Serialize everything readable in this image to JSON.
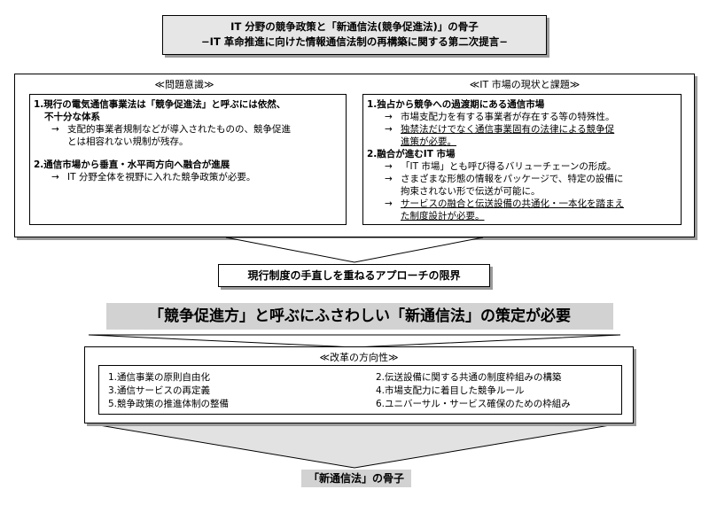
{
  "title": {
    "line1": "IT 分野の競争政策と「新通信法(競争促進法)」の骨子",
    "line2": "−IT 革命推進に向けた情報通信法制の再構築に関する第二次提言−"
  },
  "issues": {
    "label": "≪問題意識≫",
    "items": [
      {
        "heading_a": "1.現行の電気通信事業法は「競争促進法」と呼ぶには依然、",
        "heading_b": "不十分な体系",
        "sub_a": "支配的事業者規制などが導入されたものの、競争促進",
        "sub_b": "とは相容れない規制が残存。"
      },
      {
        "heading_a": "2.通信市場から垂直・水平両方向へ融合が進展",
        "sub_a": "IT 分野全体を視野に入れた競争政策が必要。"
      }
    ]
  },
  "market": {
    "label": "≪IT 市場の現状と課題≫",
    "item1_heading": "1.独占から競争への過渡期にある通信市場",
    "item1_sub1": "市場支配力を有する事業者が存在する等の特殊性。",
    "item1_sub2_a": "独禁法だけでなく通信事業固有の法律による競争促",
    "item1_sub2_b": "進策が必要。",
    "item2_heading": "2.融合が進むIT 市場",
    "item2_sub1": "「IT 市場」とも呼び得るバリューチェーンの形成。",
    "item2_sub2_a": "さまざまな形態の情報をパッケージで、特定の設備に",
    "item2_sub2_b": "拘束されない形で伝送が可能に。",
    "item2_sub3_a": "サービスの融合と伝送設備の共通化・一本化を踏まえ",
    "item2_sub3_b": "た制度設計が必要。"
  },
  "arrow_glyph": "→",
  "limit": "現行制度の手直しを重ねるアプローチの限界",
  "banner": "「競争促進方」と呼ぶにふさわしい「新通信法」の策定が必要",
  "reform": {
    "label": "≪改革の方向性≫",
    "left": [
      "1.通信事業の原則自由化",
      "3.通信サービスの再定義",
      "5.競争政策の推進体制の整備"
    ],
    "right": [
      "2.伝送設備に関する共通の制度枠組みの構築",
      "4.市場支配力に着目した競争ルール",
      "6.ユニバーサル・サービス確保のための枠組み"
    ]
  },
  "bottom": "「新通信法」の骨子"
}
